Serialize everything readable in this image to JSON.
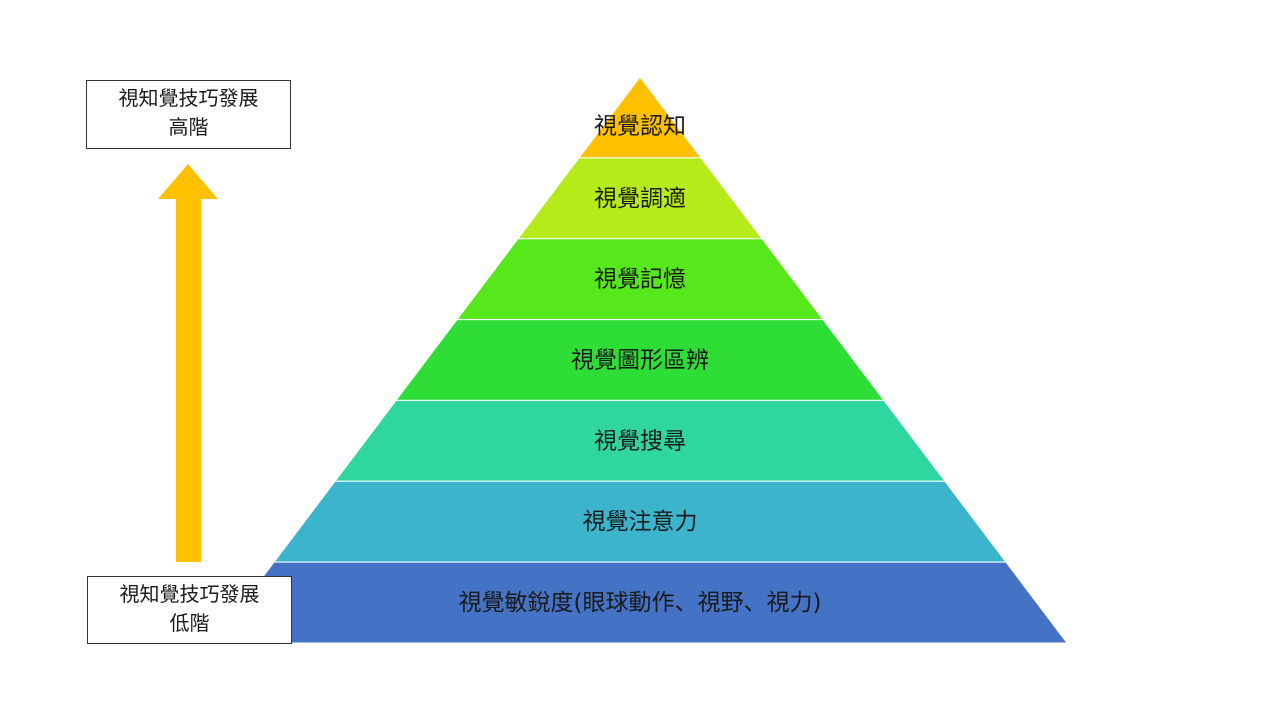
{
  "high_box": {
    "line1": "視知覺技巧發展",
    "line2": "高階"
  },
  "low_box": {
    "line1": "視知覺技巧發展",
    "line2": "低階"
  },
  "arrow": {
    "direction": "up",
    "color": "#FFC000"
  },
  "pyramid": {
    "levels": [
      {
        "label": "視覺認知",
        "color": "#FFC000"
      },
      {
        "label": "視覺調適",
        "color": "#B5EB1B"
      },
      {
        "label": "視覺記憶",
        "color": "#56E81A"
      },
      {
        "label": "視覺圖形區辨",
        "color": "#2EDE36"
      },
      {
        "label": "視覺搜尋",
        "color": "#30D6A0"
      },
      {
        "label": "視覺注意力",
        "color": "#3BB4CC"
      },
      {
        "label": "視覺敏銳度(眼球動作、視野、視力)",
        "color": "#4472C4"
      }
    ]
  }
}
